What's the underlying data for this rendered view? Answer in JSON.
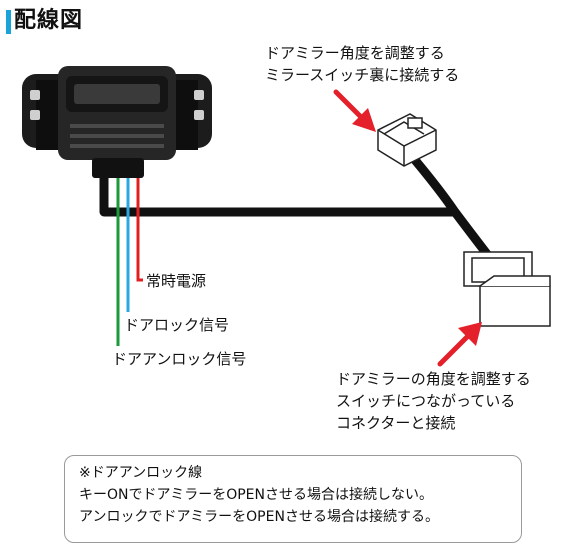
{
  "title": "配線図",
  "labels": {
    "top_connector": [
      "ドアミラー角度を調整する",
      "ミラースイッチ裏に接続する"
    ],
    "bottom_connector": [
      "ドアミラーの角度を調整する",
      "スイッチにつながっている",
      "コネクターと接続"
    ],
    "wire_power": "常時電源",
    "wire_lock": "ドアロック信号",
    "wire_unlock": "ドアアンロック信号"
  },
  "note": {
    "heading": "※ドアアンロック線",
    "line1": "キーONでドアミラーをOPENさせる場合は接続しない。",
    "line2": "アンロックでドアミラーをOPENさせる場合は接続する。"
  },
  "colors": {
    "accent": "#1aa3d9",
    "wire_power": "#e02020",
    "wire_lock": "#2aa8e0",
    "wire_unlock": "#1a9a3a",
    "arrow": "#e4202a",
    "harness": "#111111"
  }
}
